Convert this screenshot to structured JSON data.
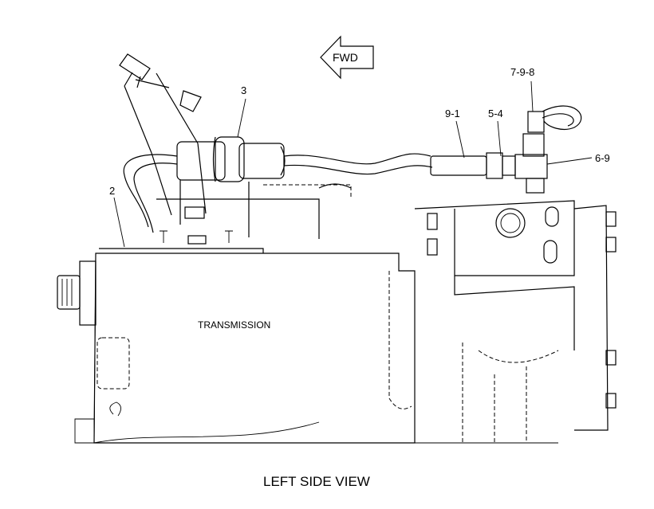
{
  "diagram": {
    "view_title": "LEFT SIDE VIEW",
    "component_label": "TRANSMISSION",
    "direction_label": "FWD",
    "callouts": [
      {
        "id": "c2",
        "text": "2"
      },
      {
        "id": "c3",
        "text": "3"
      },
      {
        "id": "c91",
        "text": "9-1"
      },
      {
        "id": "c54",
        "text": "5-4"
      },
      {
        "id": "c798",
        "text": "7-9-8"
      },
      {
        "id": "c69",
        "text": "6-9"
      }
    ]
  }
}
